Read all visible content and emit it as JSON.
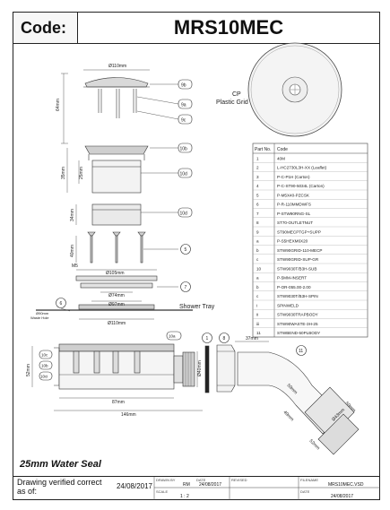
{
  "header": {
    "code_label": "Code:",
    "code_value": "MRS10MEC"
  },
  "grid": {
    "title": "CP",
    "subtitle": "Plastic Grid"
  },
  "table": {
    "col_part": "Part No.",
    "col_code": "Code",
    "rows": [
      {
        "part": "1",
        "code": "40M"
      },
      {
        "part": "2",
        "code": "L-HC2730L3H-XX (Leaflet)"
      },
      {
        "part": "3",
        "code": "P-C-P1H (Carton)"
      },
      {
        "part": "4",
        "code": "P-C-ST90-5034L (Carton)"
      },
      {
        "part": "5",
        "code": "P-M5X40-PZCSK"
      },
      {
        "part": "6",
        "code": "P-R-110MMDWFS"
      },
      {
        "part": "7",
        "code": "P-STW90RNG-SL"
      },
      {
        "part": "8",
        "code": "ST70-OUTLETNUT"
      },
      {
        "part": "9",
        "code": "ST90MECPTGP+SUPP"
      },
      {
        "part": "a",
        "code": "P-S5HEXM6X20"
      },
      {
        "part": "b",
        "code": "STW90GRID-110-MECP"
      },
      {
        "part": "c",
        "code": "STW90GRID-SUP-GR"
      },
      {
        "part": "10",
        "code": "STW9030T/B3H-SUB"
      },
      {
        "part": "a",
        "code": "P-5MM-INSERT"
      },
      {
        "part": "b",
        "code": "P-OR-055.00-2.00"
      },
      {
        "part": "c",
        "code": "STW9030T/B3H-SPIN"
      },
      {
        "part": "i",
        "code": "SPINWELD"
      },
      {
        "part": "ii",
        "code": "STW9030TRAPBODY"
      },
      {
        "part": "iii",
        "code": "STW90WASTE-3H-25"
      },
      {
        "part": "11",
        "code": "STWBEND-50PLBODY"
      }
    ]
  },
  "callouts": {
    "c9b": "9b",
    "c9a": "9a",
    "c9c": "9c",
    "c10b": "10b",
    "c10d": "10d",
    "c10d2": "10d",
    "c5": "5",
    "c7": "7",
    "c6": "6",
    "c10a": "10a",
    "c10c": "10c",
    "c10b2": "10b",
    "c10ci": "10ci",
    "c1": "1",
    "c8": "8",
    "c11": "11"
  },
  "dims": {
    "d110a": "Ø110mm",
    "d64": "64mm",
    "d35": "35mm",
    "d25": "25mm",
    "d34": "34mm",
    "d40": "40mm",
    "dM5": "M5",
    "d105": "Ø105mm",
    "d74": "Ø74mm",
    "d97": "Ø97mm",
    "d110b": "Ø110mm",
    "d90": "Ø90mm",
    "waste_hole": "Waste Hole",
    "shower_tray": "Shower Tray",
    "d52": "52mm",
    "d87": "87mm",
    "d146": "146mm",
    "d37": "37mm",
    "d40b": "Ø40mm",
    "d50": "50mm",
    "d40c": "40mm",
    "d52b": "52mm",
    "d50b": "50mm",
    "d43": "Ø43mm"
  },
  "water_seal": "25mm Water Seal",
  "footer": {
    "note": "Drawing verified correct as of:",
    "date": "24/08/2017",
    "drawn_by_label": "DRAWN BY",
    "drawn_by": "RM",
    "date_label": "DATE",
    "date2": "24/08/2017",
    "checked_by": "RM",
    "scale_label": "SCALE",
    "scale": "1 : 2",
    "revised_label": "REVISED",
    "filename_label": "FILENAME",
    "filename": "MRS10MEC.VSD",
    "date3_label": "DATE",
    "date3": "24/08/2017"
  }
}
